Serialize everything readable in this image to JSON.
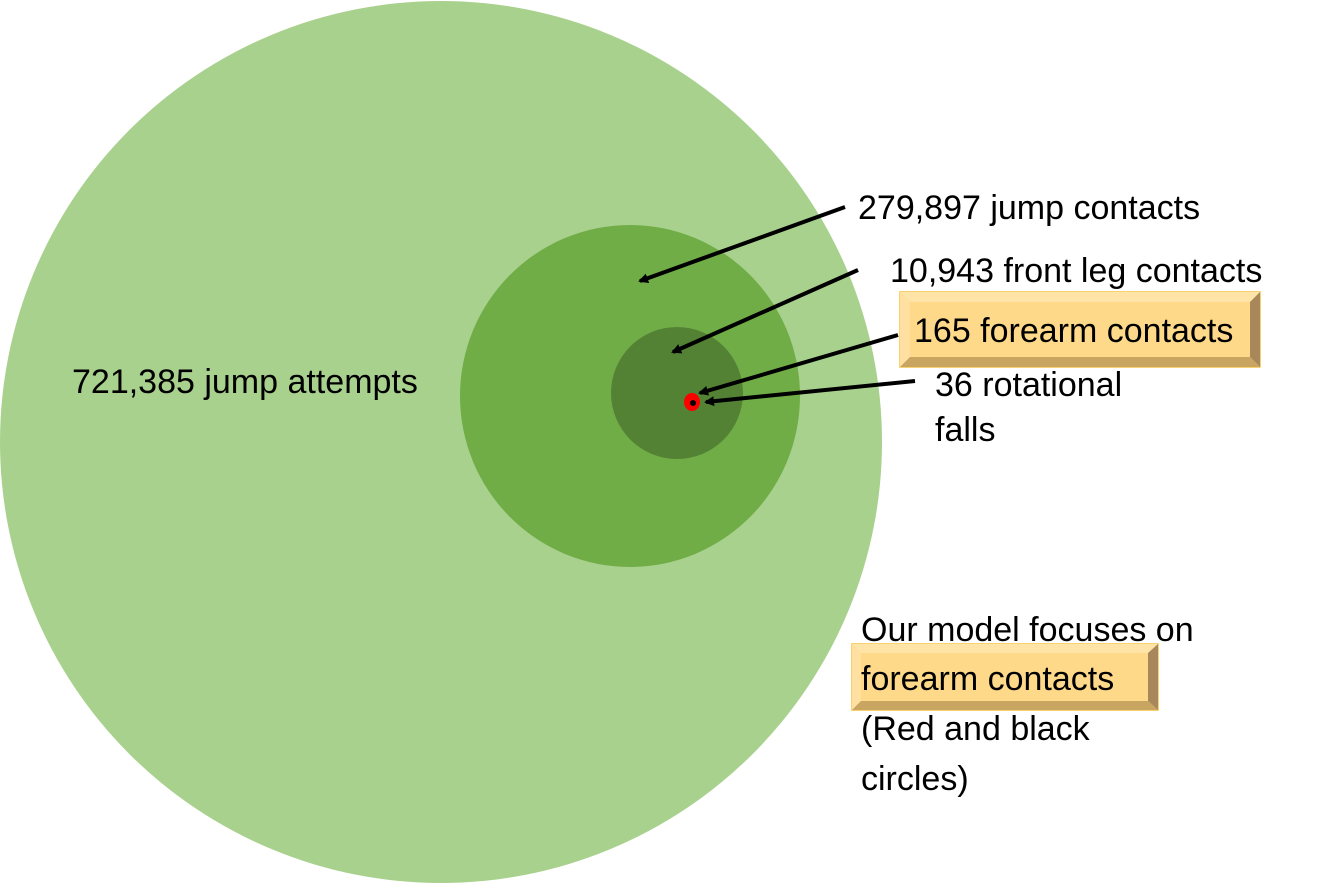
{
  "labels": {
    "jump_attempts": "721,385 jump attempts",
    "jump_contacts": "279,897 jump contacts",
    "front_leg_contacts": "10,943 front leg contacts",
    "forearm_contacts": "165 forearm contacts",
    "rotational_falls_line1": "36 rotational",
    "rotational_falls_line2": "falls"
  },
  "note": {
    "line1": "Our model focuses on",
    "line2": "forearm contacts",
    "line3": "(Red and black",
    "line4": "circles)"
  },
  "colors": {
    "outer": "#a9d18e",
    "middle": "#70ad47",
    "inner": "#548235",
    "red": "#ff0000",
    "highlight": "#ffd98a"
  }
}
